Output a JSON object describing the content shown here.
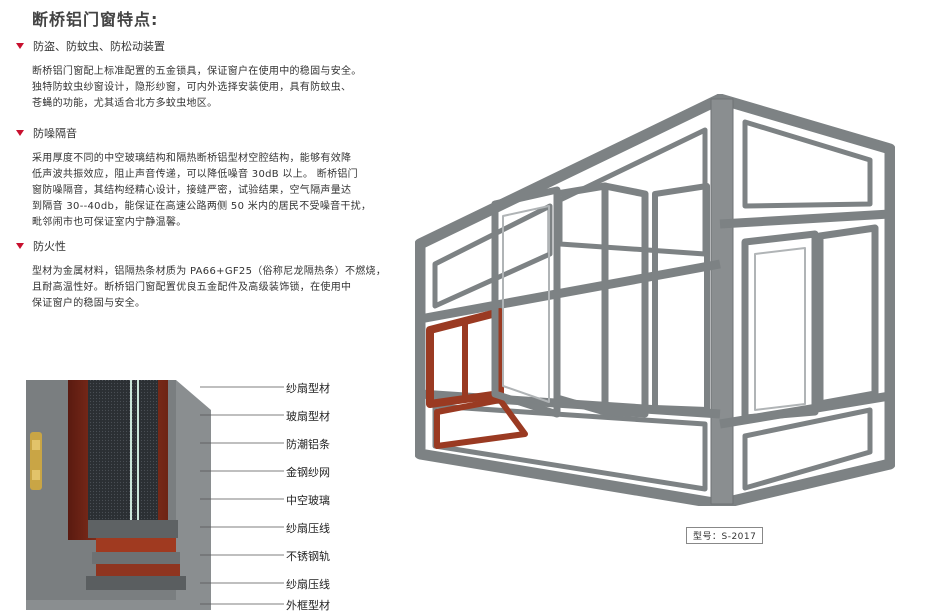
{
  "page": {
    "title": "断桥铝门窗特点:"
  },
  "features": [
    {
      "heading": "防盗、防蚊虫、防松动装置",
      "body": "断桥铝门窗配上标准配置的五金锁具，保证窗户在使用中的稳固与安全。\n独特防蚊虫纱窗设计，隐形纱窗，可内外选择安装使用，具有防蚊虫、\n苍蝇的功能，尤其适合北方多蚊虫地区。"
    },
    {
      "heading": "防噪隔音",
      "body": "采用厚度不同的中空玻璃结构和隔热断桥铝型材空腔结构，能够有效降\n低声波共振效应，阻止声音传递，可以降低噪音 30dB 以上。 断桥铝门\n窗防噪隔音，其结构经精心设计，接缝严密，试验结果，空气隔声量达\n到隔音 30--40db，能保证在高速公路两侧 50 米内的居民不受噪音干扰，\n毗邻闹市也可保证室内宁静温馨。"
    },
    {
      "heading": "防火性",
      "body": "型材为金属材料，铝隔热条材质为 PA66+GF25（俗称尼龙隔热条）不燃烧，\n且耐高温性好。断桥铝门窗配置优良五金配件及高级装饰锁，在使用中\n保证窗户的稳固与安全。"
    }
  ],
  "profile_callouts": [
    "纱扇型材",
    "玻扇型材",
    "防潮铝条",
    "金钢纱网",
    "中空玻璃",
    "纱扇压线",
    "不锈钢轨",
    "纱扇压线",
    "外框型材"
  ],
  "model": {
    "label": "型号：S-2017"
  },
  "colors": {
    "accent_red": "#c8102e",
    "frame_gray": "#7d8284",
    "wood_red": "#9a3a22"
  }
}
